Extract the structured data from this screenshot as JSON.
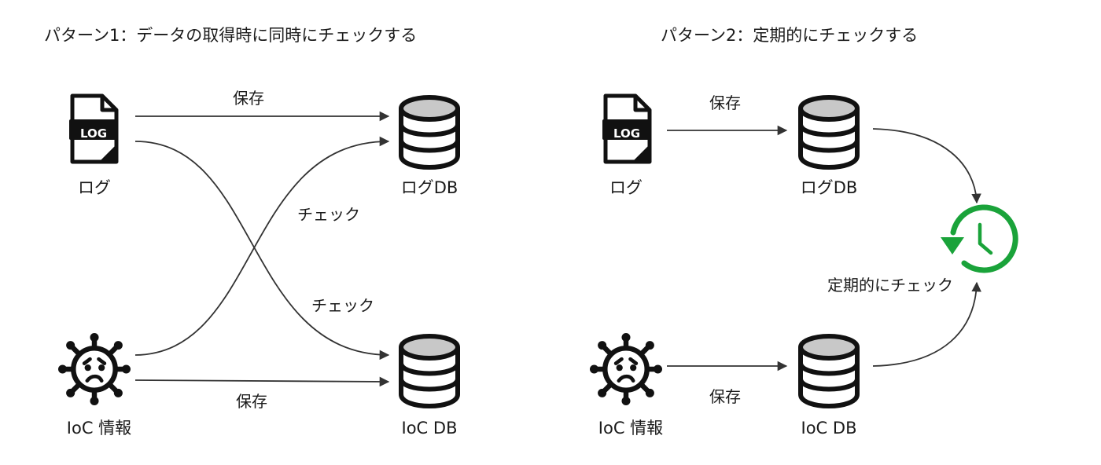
{
  "pattern1": {
    "title": "パターン1：データの取得時に同時にチェックする",
    "log_label": "ログ",
    "ioc_label": "IoC 情報",
    "logdb_label": "ログDB",
    "iocdb_label": "IoC DB",
    "save_top": "保存",
    "save_bottom": "保存",
    "check_upper": "チェック",
    "check_lower": "チェック",
    "log_badge": "LOG"
  },
  "pattern2": {
    "title": "パターン2：定期的にチェックする",
    "log_label": "ログ",
    "ioc_label": "IoC 情報",
    "logdb_label": "ログDB",
    "iocdb_label": "IoC DB",
    "save_top": "保存",
    "save_bottom": "保存",
    "periodic_check": "定期的にチェック",
    "log_badge": "LOG"
  },
  "colors": {
    "accent_green": "#1aa33a",
    "db_fill": "#c8c8c8",
    "ink": "#111111"
  },
  "icons": [
    "log-file-icon",
    "virus-icon",
    "database-icon",
    "clock-refresh-icon"
  ]
}
